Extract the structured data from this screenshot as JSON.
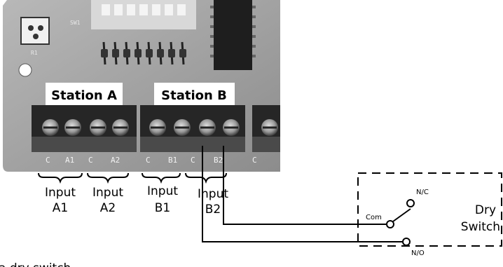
{
  "board": {
    "station_a": "Station A",
    "station_b": "Station B",
    "silk_sw1": "SW1",
    "silk_r1": "R1"
  },
  "pins": [
    "C",
    "A1",
    "C",
    "A2",
    "C",
    "B1",
    "C",
    "B2",
    "C"
  ],
  "inputs": [
    {
      "line1": "Input",
      "line2": "A1"
    },
    {
      "line1": "Input",
      "line2": "A2"
    },
    {
      "line1": "Input",
      "line2": "B1"
    },
    {
      "line1": "Input",
      "line2": "B2"
    }
  ],
  "switch": {
    "nc_label": "N/C",
    "no_label": "N/O",
    "com_label": "Com",
    "title_line1": "Dry",
    "title_line2": "Switch"
  },
  "caption": "a dry switch",
  "colors": {
    "wire": "#000000",
    "pcb": "#9a9a9a",
    "terminal": "#2a2a2a"
  }
}
